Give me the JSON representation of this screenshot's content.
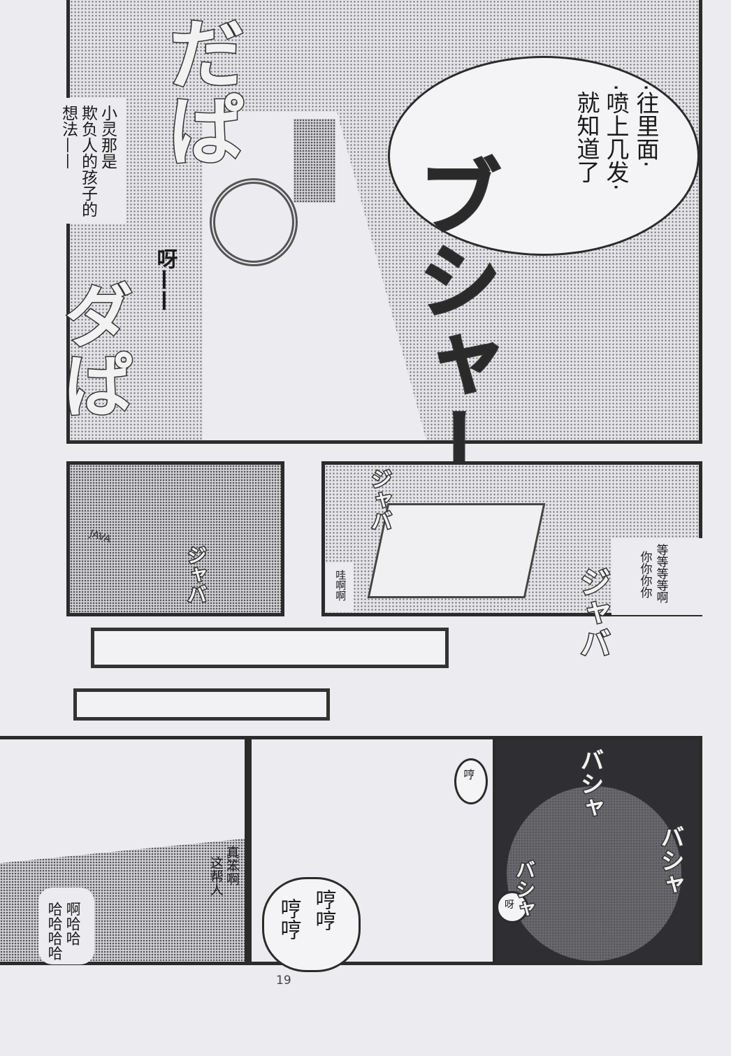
{
  "page_number": "19",
  "panel1": {
    "bubble_lines": [
      "·往里面·",
      "·喷上几发·",
      "就知道了"
    ],
    "narration_lines": [
      "小灵那是",
      "欺负人的孩子的",
      "想法——"
    ],
    "cry": "呀——",
    "sfx": [
      "だぱ",
      "ダぱ",
      "ブシャー"
    ]
  },
  "panel2": {
    "sign": "JAVA",
    "sfx": "ジャバ"
  },
  "panel3": {
    "scream": "哇啊啊",
    "wait_lines": [
      "等等等等啊",
      "你你你你"
    ],
    "sfx": [
      "ジャバ",
      "ジャバ"
    ]
  },
  "panel5": {
    "laugh_lines": [
      "啊哈哈",
      "哈哈哈哈"
    ]
  },
  "panel6": {
    "hmph_small": "哼",
    "fools_lines": [
      "真笨啊",
      "这帮人"
    ],
    "hmph_lines": [
      "哼哼",
      "哼哼"
    ]
  },
  "panel7": {
    "cry_small": "呀",
    "sfx": [
      "バシャ",
      "バシャ",
      "バシャ"
    ]
  }
}
